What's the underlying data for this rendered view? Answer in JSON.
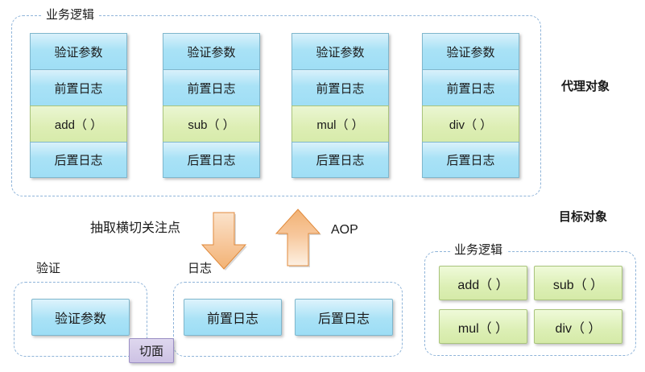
{
  "diagram": {
    "title_top_group": "业务逻辑",
    "proxy_object_label": "代理对象",
    "target_object_label": "目标对象",
    "target_group_label": "业务逻辑",
    "extract_label": "抽取横切关注点",
    "aop_label": "AOP",
    "validation_group_label": "验证",
    "log_group_label": "日志",
    "aspect_badge_label": "切面"
  },
  "proxy_columns": [
    {
      "name": "add-column",
      "cells": [
        {
          "text": "验证参数",
          "kind": "blue"
        },
        {
          "text": "前置日志",
          "kind": "blue"
        },
        {
          "text": "add（ ）",
          "kind": "green"
        },
        {
          "text": "后置日志",
          "kind": "blue"
        }
      ]
    },
    {
      "name": "sub-column",
      "cells": [
        {
          "text": "验证参数",
          "kind": "blue"
        },
        {
          "text": "前置日志",
          "kind": "blue"
        },
        {
          "text": "sub（ ）",
          "kind": "green"
        },
        {
          "text": "后置日志",
          "kind": "blue"
        }
      ]
    },
    {
      "name": "mul-column",
      "cells": [
        {
          "text": "验证参数",
          "kind": "blue"
        },
        {
          "text": "前置日志",
          "kind": "blue"
        },
        {
          "text": "mul（ ）",
          "kind": "green"
        },
        {
          "text": "后置日志",
          "kind": "blue"
        }
      ]
    },
    {
      "name": "div-column",
      "cells": [
        {
          "text": "验证参数",
          "kind": "blue"
        },
        {
          "text": "前置日志",
          "kind": "blue"
        },
        {
          "text": "div（ ）",
          "kind": "green"
        },
        {
          "text": "后置日志",
          "kind": "blue"
        }
      ]
    }
  ],
  "validation_aspect": {
    "boxes": [
      "验证参数"
    ]
  },
  "log_aspect": {
    "boxes": [
      "前置日志",
      "后置日志"
    ]
  },
  "target_methods": [
    "add（ ）",
    "sub（ ）",
    "mul（ ）",
    "div（ ）"
  ],
  "colors": {
    "blue_fill": "#a9e2f6",
    "blue_border": "#7fb7cd",
    "green_fill": "#ddeeb4",
    "green_border": "#a9c47c",
    "dashed_border": "#8fb4d9",
    "arrow_fill": "#f5c08a",
    "arrow_border": "#e08a3c",
    "badge_fill": "#cdc2e4",
    "badge_border": "#9b8fc4",
    "text": "#1a1a1a",
    "background": "#ffffff"
  },
  "icons": {
    "down_arrow": "arrow-down-icon",
    "up_arrow": "arrow-up-icon"
  }
}
